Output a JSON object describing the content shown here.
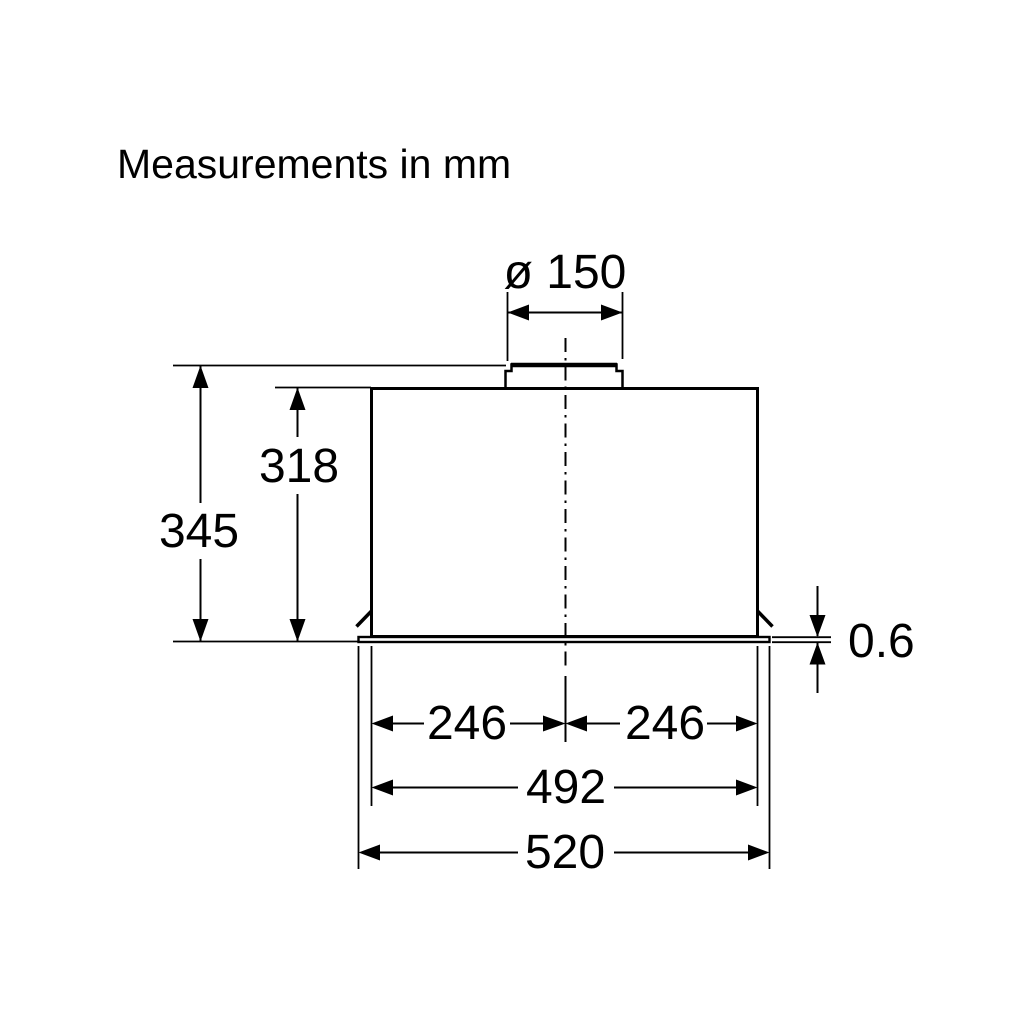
{
  "title": "Measurements in mm",
  "colors": {
    "line": "#000000",
    "background": "#ffffff"
  },
  "dimensions": {
    "duct_diameter": "ø 150",
    "total_height": "345",
    "body_height": "318",
    "flange_thickness": "0.6",
    "left_half_width": "246",
    "right_half_width": "246",
    "inner_width": "492",
    "outer_width": "520"
  }
}
